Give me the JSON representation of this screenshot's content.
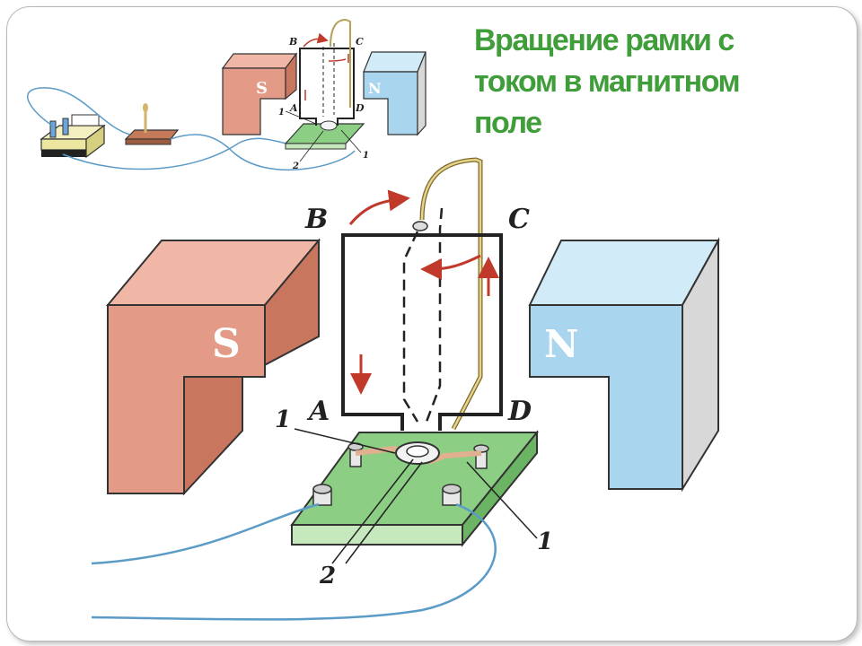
{
  "slide": {
    "title": "Вращение рамки с\nтоком в магнитном\nполе"
  },
  "diagram": {
    "poles": {
      "south": "S",
      "north": "N"
    },
    "corners": {
      "a": "A",
      "b": "B",
      "c": "C",
      "d": "D"
    },
    "callouts": {
      "brush": "1",
      "half_ring": "2"
    }
  },
  "colors": {
    "title": "#3f9d3a",
    "south_magnet": "#e39a86",
    "north_magnet": "#a9d5ef",
    "base_board": "#8ccf84",
    "wire": "#5b9bc7",
    "arrow": "#c0392b"
  }
}
